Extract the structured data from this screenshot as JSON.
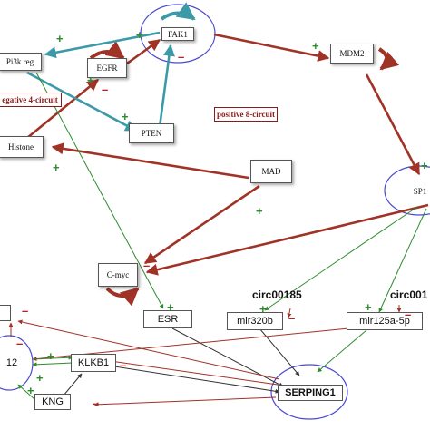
{
  "nodes": {
    "fak1": "FAK1",
    "pi3k": "Pi3k reg",
    "egfr": "EGFR",
    "mdm2": "MDM2",
    "pten": "PTEN",
    "histone": "Histone",
    "mad": "MAD",
    "sp1": "SP1",
    "cmyc": "C-myc",
    "esr": "ESR",
    "mir320b": "mir320b",
    "mir125a": "mir125a-5p",
    "klkb1": "KLKB1",
    "kng": "KNG",
    "serping1": "SERPING1",
    "f12": "12"
  },
  "labels": {
    "negative_circuit": "egative 4-circuit",
    "negative_circuit_cut": "-",
    "positive_circuit": "positive 8-circuit",
    "circ_a": "circ00185",
    "circ_b": "circ001"
  },
  "signs": {
    "plus": "+",
    "minus": "–"
  },
  "colors": {
    "activation_red": "#a03226",
    "teal": "#3c9aa8",
    "green": "#2e8b2e",
    "dark": "#333333",
    "ellipse": "#4a4ad0"
  }
}
